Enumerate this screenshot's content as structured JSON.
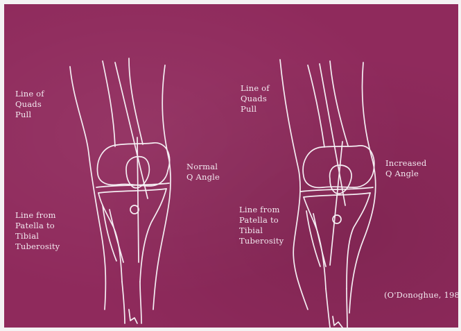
{
  "colors": {
    "background": "#8f2a5c",
    "line": "#f5eef3",
    "frame": "#f4f2f3"
  },
  "left_knee": {
    "quads_label": "Line of\nQuads\nPull",
    "patella_label": "Line from\nPatella to\nTibial\nTuberosity",
    "angle_label": "Normal\nQ Angle"
  },
  "right_knee": {
    "quads_label": "Line of\nQuads\nPull",
    "patella_label": "Line from\nPatella to\nTibial\nTuberosity",
    "angle_label": "Increased\nQ Angle"
  },
  "citation": "(O'Donoghue, 198"
}
